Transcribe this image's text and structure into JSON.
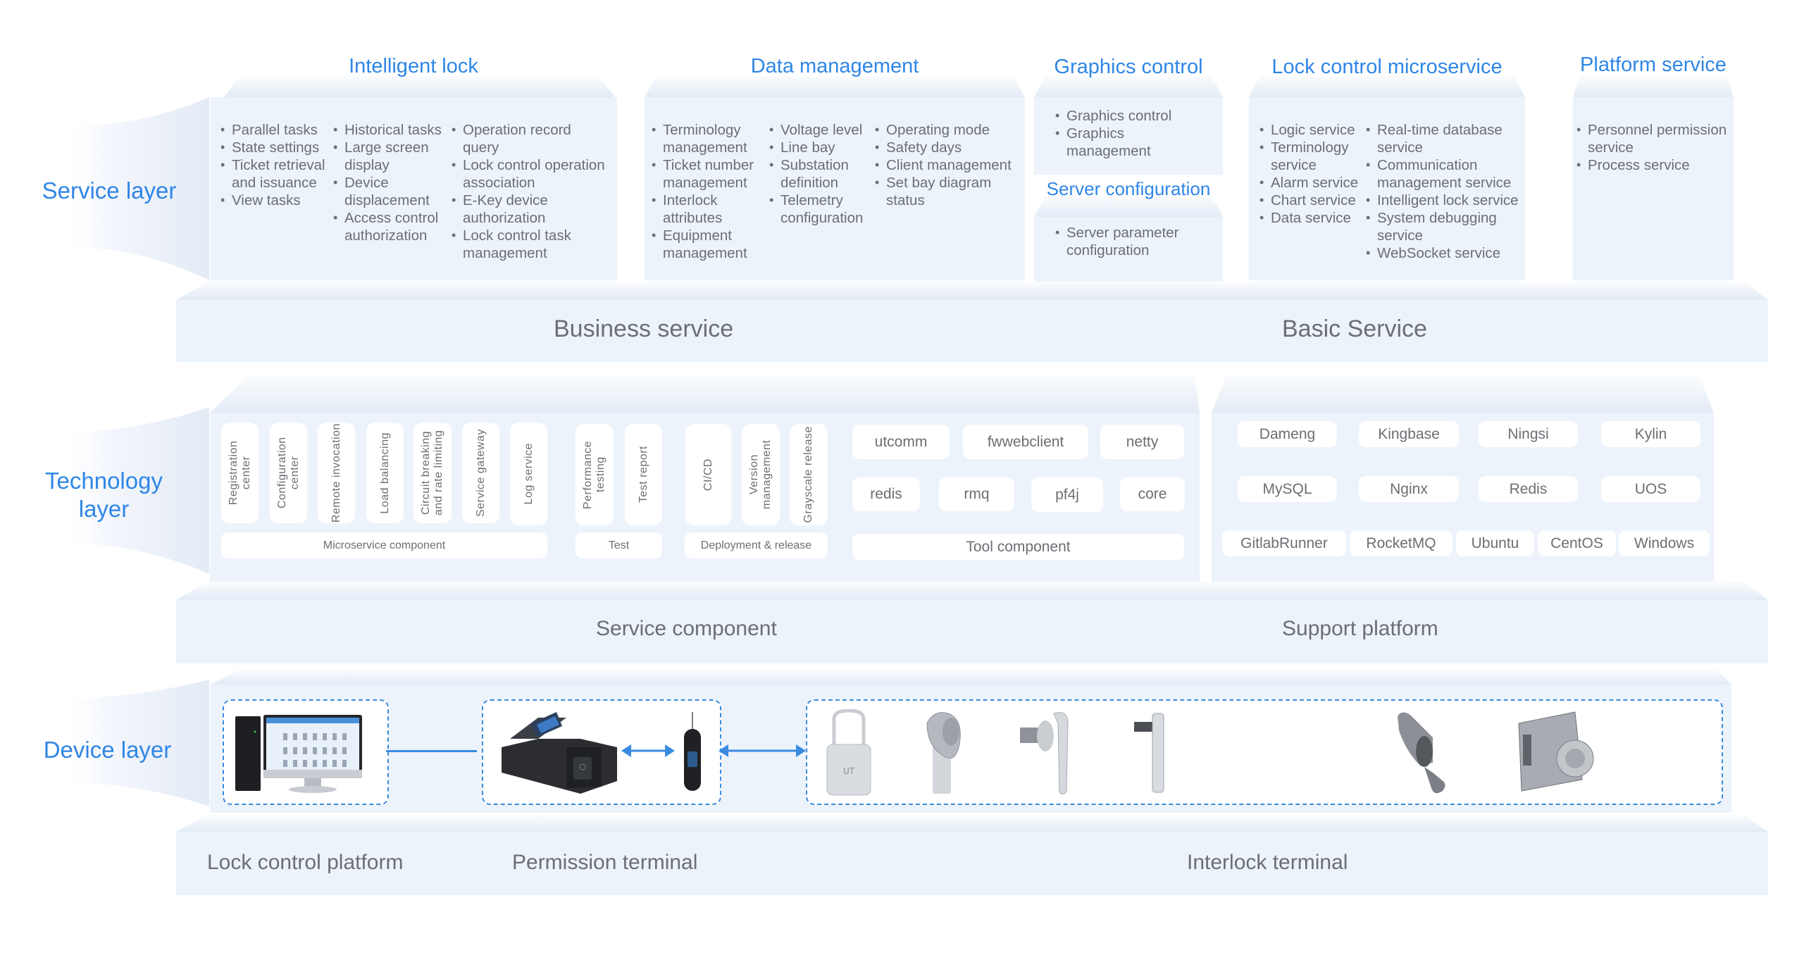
{
  "layers": {
    "service": "Service layer",
    "technology": "Technology layer",
    "device": "Device layer"
  },
  "service_layer": {
    "intelligent_lock": {
      "title": "Intelligent lock",
      "columns": [
        [
          "Parallel tasks",
          "State settings",
          "Ticket retrieval and issuance",
          "View tasks"
        ],
        [
          "Historical tasks",
          "Large screen display",
          "Device displacement",
          "Access control authorization"
        ],
        [
          "Operation record query",
          "Lock control operation association",
          "E-Key device authorization",
          "Lock control task management"
        ]
      ]
    },
    "data_management": {
      "title": "Data management",
      "columns": [
        [
          "Terminology management",
          "Ticket number management",
          "Interlock attributes",
          "Equipment management"
        ],
        [
          "Voltage level",
          "Line bay",
          "Substation definition",
          "Telemetry configuration"
        ],
        [
          "Operating mode",
          "Safety days",
          "Client management",
          "Set bay diagram status"
        ]
      ]
    },
    "graphics_control": {
      "title": "Graphics control",
      "items": [
        "Graphics control",
        "Graphics management"
      ]
    },
    "server_configuration": {
      "title": "Server configuration",
      "items": [
        "Server parameter configuration"
      ]
    },
    "lock_control_microservice": {
      "title": "Lock control microservice",
      "columns": [
        [
          "Logic service",
          "Terminology service",
          "Alarm service",
          "Chart service",
          "Data service"
        ],
        [
          "Real-time database service",
          "Communication management service",
          "Intelligent lock service",
          "System debugging service",
          "WebSocket service"
        ]
      ]
    },
    "platform_service": {
      "title": "Platform service",
      "items": [
        "Personnel permission service",
        "Process service"
      ]
    },
    "bands": {
      "business": "Business service",
      "basic": "Basic Service"
    }
  },
  "technology_layer": {
    "microservice": {
      "items": [
        "Registration center",
        "Configuration center",
        "Remote invocation",
        "Load balancing",
        "Circuit breaking and rate limiting",
        "Service gateway",
        "Log service"
      ],
      "label": "Microservice component"
    },
    "test": {
      "items": [
        "Performance testing",
        "Test report"
      ],
      "label": "Test"
    },
    "deployment": {
      "items": [
        "CI/CD",
        "Version management",
        "Grayscale release"
      ],
      "label": "Deployment & release"
    },
    "tool": {
      "row1": [
        "utcomm",
        "fwwebclient",
        "netty"
      ],
      "row2": [
        "redis",
        "rmq",
        "pf4j",
        "core"
      ],
      "label": "Tool component"
    },
    "support": {
      "row1": [
        "Dameng",
        "Kingbase",
        "Ningsi",
        "Kylin"
      ],
      "row2": [
        "MySQL",
        "Nginx",
        "Redis",
        "UOS"
      ],
      "row3": [
        "GitlabRunner",
        "RocketMQ",
        "Ubuntu",
        "CentOS",
        "Windows"
      ]
    },
    "bands": {
      "service_component": "Service component",
      "support_platform": "Support platform"
    }
  },
  "device_layer": {
    "images": {
      "platform": "computer-icon",
      "permission": [
        "permission-terminal-icon",
        "e-key-icon"
      ],
      "interlock": [
        "padlock-icon",
        "cabinet-lock-icon",
        "handle-lock-icon",
        "door-handle-lock-icon",
        "blank",
        "bolt-lock-icon",
        "mortise-lock-icon"
      ]
    },
    "bands": {
      "lock_control_platform": "Lock control platform",
      "permission_terminal": "Permission terminal",
      "interlock_terminal": "Interlock terminal"
    }
  },
  "colors": {
    "accent_blue": "#2f86e6",
    "panel_bg": "#edf3fb",
    "text_gray": "#6b6e73"
  }
}
